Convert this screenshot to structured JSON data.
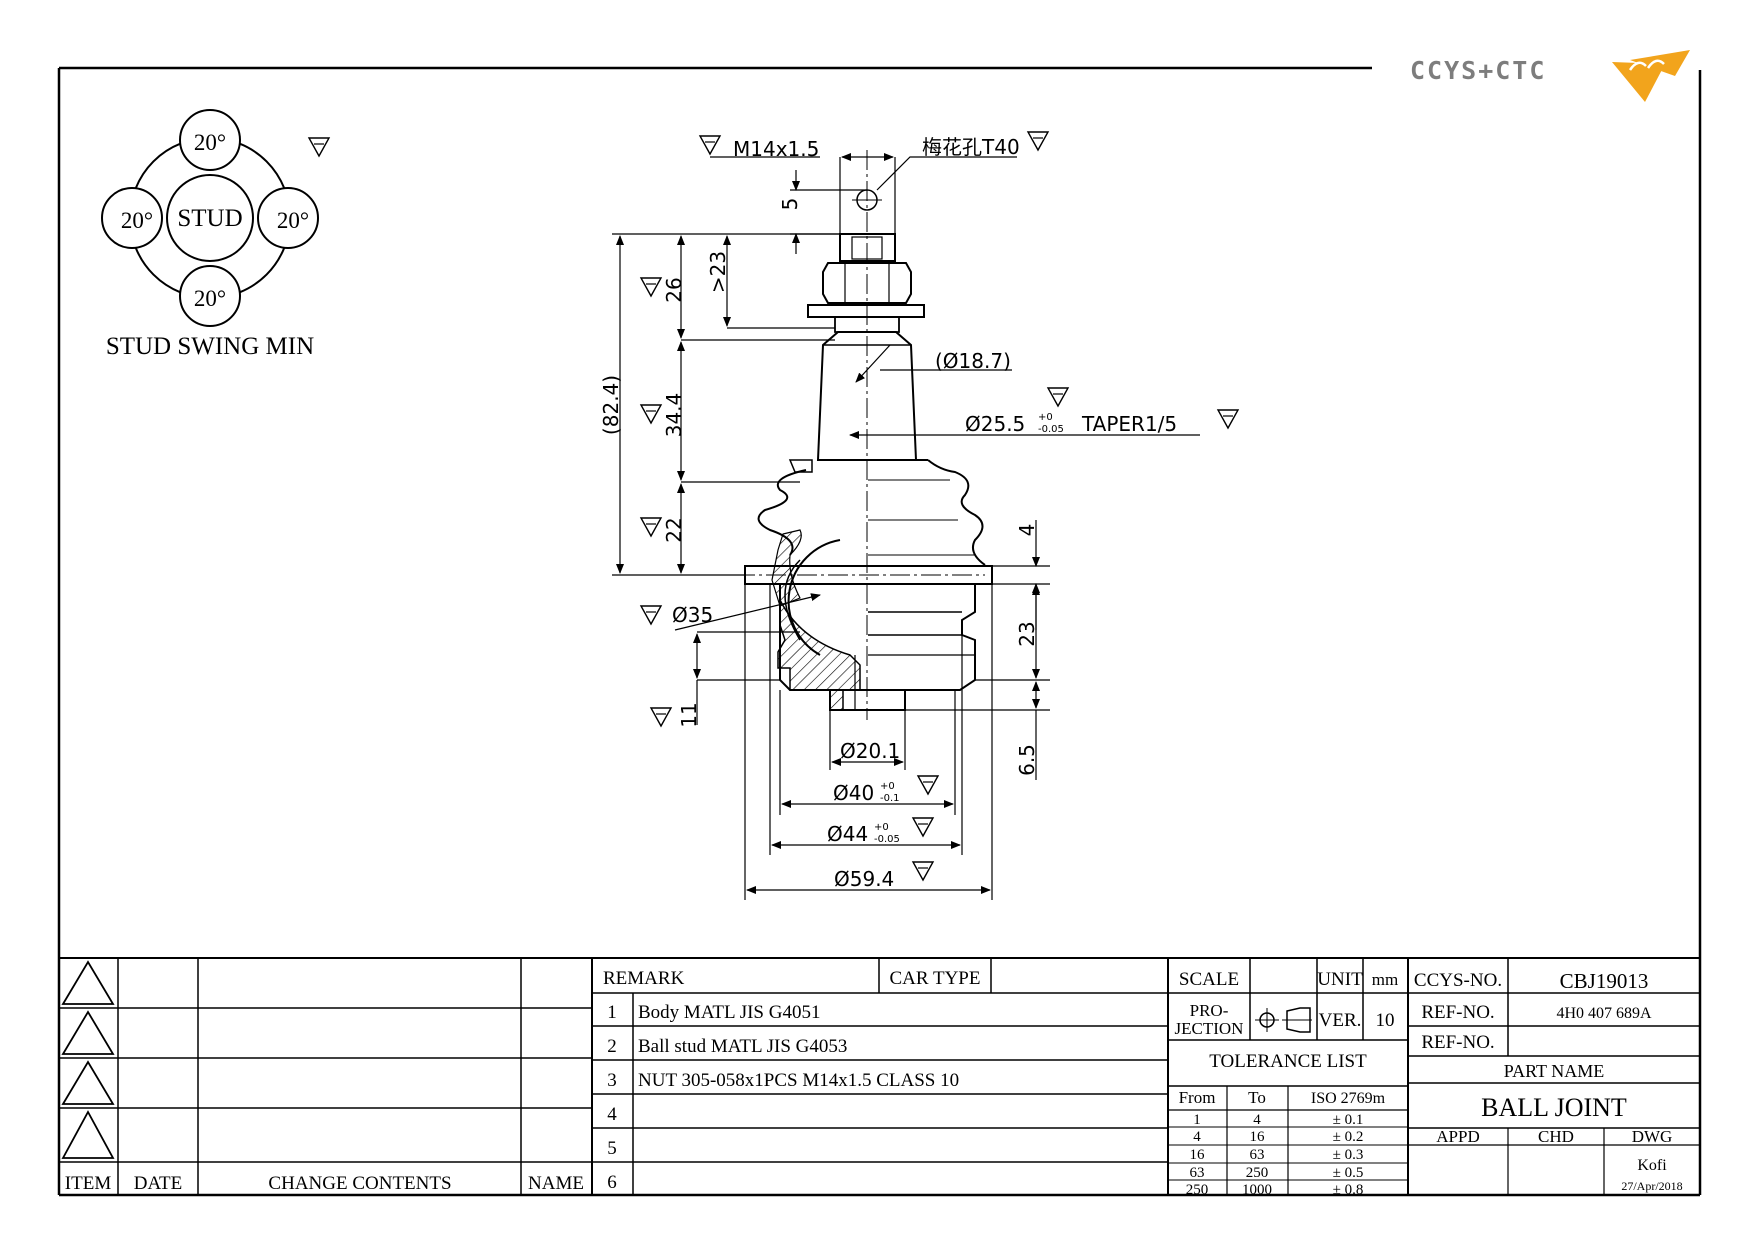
{
  "logo": {
    "text": "CCYS+CTC"
  },
  "swing": {
    "center": "STUD",
    "angles": [
      "20°",
      "20°",
      "20°",
      "20°"
    ],
    "caption": "STUD SWING MIN"
  },
  "dims": {
    "thread": "M14x1.5",
    "torx": "梅花孔T40",
    "d5": "5",
    "d23top": ">23",
    "d26": "26",
    "d82": "(82.4)",
    "d344": "34.4",
    "d22": "22",
    "d187": "(Ø18.7)",
    "d255": "Ø25.5",
    "d255tol_up": "+0",
    "d255tol_dn": "-0.05",
    "taper": "TAPER1/5",
    "d35": "Ø35",
    "d11": "11",
    "d4": "4",
    "d23": "23",
    "d65": "6.5",
    "d201": "Ø20.1",
    "d40": "Ø40",
    "d40tol_up": "+0",
    "d40tol_dn": "-0.1",
    "d44": "Ø44",
    "d44tol_up": "+0",
    "d44tol_dn": "-0.05",
    "d594": "Ø59.4"
  },
  "revisions": {
    "headers": [
      "ITEM",
      "DATE",
      "CHANGE CONTENTS",
      "NAME"
    ]
  },
  "remarks": {
    "header": "REMARK",
    "car_type": "CAR TYPE",
    "rows": [
      {
        "no": "1",
        "text": "Body MATL JIS G4051"
      },
      {
        "no": "2",
        "text": "Ball stud MATL JIS G4053"
      },
      {
        "no": "3",
        "text": "NUT 305-058x1PCS M14x1.5 CLASS 10"
      },
      {
        "no": "4",
        "text": ""
      },
      {
        "no": "5",
        "text": ""
      },
      {
        "no": "6",
        "text": ""
      }
    ]
  },
  "scale": {
    "label": "SCALE",
    "value": ""
  },
  "unit": {
    "label": "UNIT",
    "value": "mm"
  },
  "projection": {
    "label1": "PRO-",
    "label2": "JECTION"
  },
  "version": {
    "label": "VER.",
    "value": "10"
  },
  "tolerance": {
    "title": "TOLERANCE LIST",
    "headers": [
      "From",
      "To",
      "ISO 2769m"
    ],
    "rows": [
      [
        "1",
        "4",
        "± 0.1"
      ],
      [
        "4",
        "16",
        "± 0.2"
      ],
      [
        "16",
        "63",
        "± 0.3"
      ],
      [
        "63",
        "250",
        "± 0.5"
      ],
      [
        "250",
        "1000",
        "± 0.8"
      ]
    ]
  },
  "title_block": {
    "ccys_label": "CCYS-NO.",
    "ccys_no": "CBJ19013",
    "ref_label": "REF-NO.",
    "ref_no": "4H0 407 689A",
    "ref2_label": "REF-NO.",
    "ref2_no": "",
    "part_name_label": "PART NAME",
    "part_name": "BALL JOINT",
    "appd": "APPD",
    "chd": "CHD",
    "dwg": "DWG",
    "drawer": "Kofi",
    "date": "27/Apr/2018"
  }
}
